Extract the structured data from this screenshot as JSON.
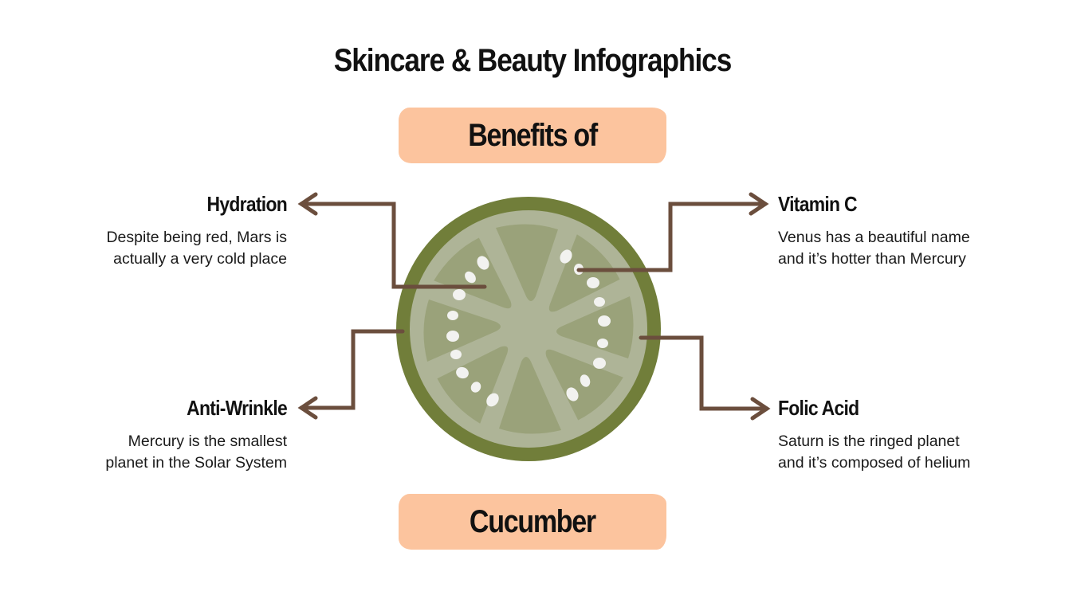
{
  "header": {
    "title": "Skincare & Beauty Infographics"
  },
  "banners": {
    "top": "Benefits of",
    "bottom": "Cucumber"
  },
  "center_graphic": {
    "icon": "cucumber-slice-icon",
    "colors": {
      "rind": "#717E3A",
      "flesh": "#AEB497",
      "segment": "#9AA27A",
      "seed": "#F2F2F0"
    }
  },
  "benefits": [
    {
      "side": "left",
      "heading": "Hydration",
      "description_line1": "Despite being red, Mars is",
      "description_line2": "actually a very cold place"
    },
    {
      "side": "left",
      "heading": "Anti-Wrinkle",
      "description_line1": "Mercury is the smallest",
      "description_line2": "planet in the Solar System"
    },
    {
      "side": "right",
      "heading": "Vitamin C",
      "description_line1": "Venus has a beautiful name",
      "description_line2": "and it’s hotter than Mercury"
    },
    {
      "side": "right",
      "heading": "Folic Acid",
      "description_line1": "Saturn is the ringed planet",
      "description_line2": "and it’s composed of helium"
    }
  ],
  "colors": {
    "banner": "#FCC49E",
    "arrow": "#6B4E3D",
    "text": "#111111"
  }
}
